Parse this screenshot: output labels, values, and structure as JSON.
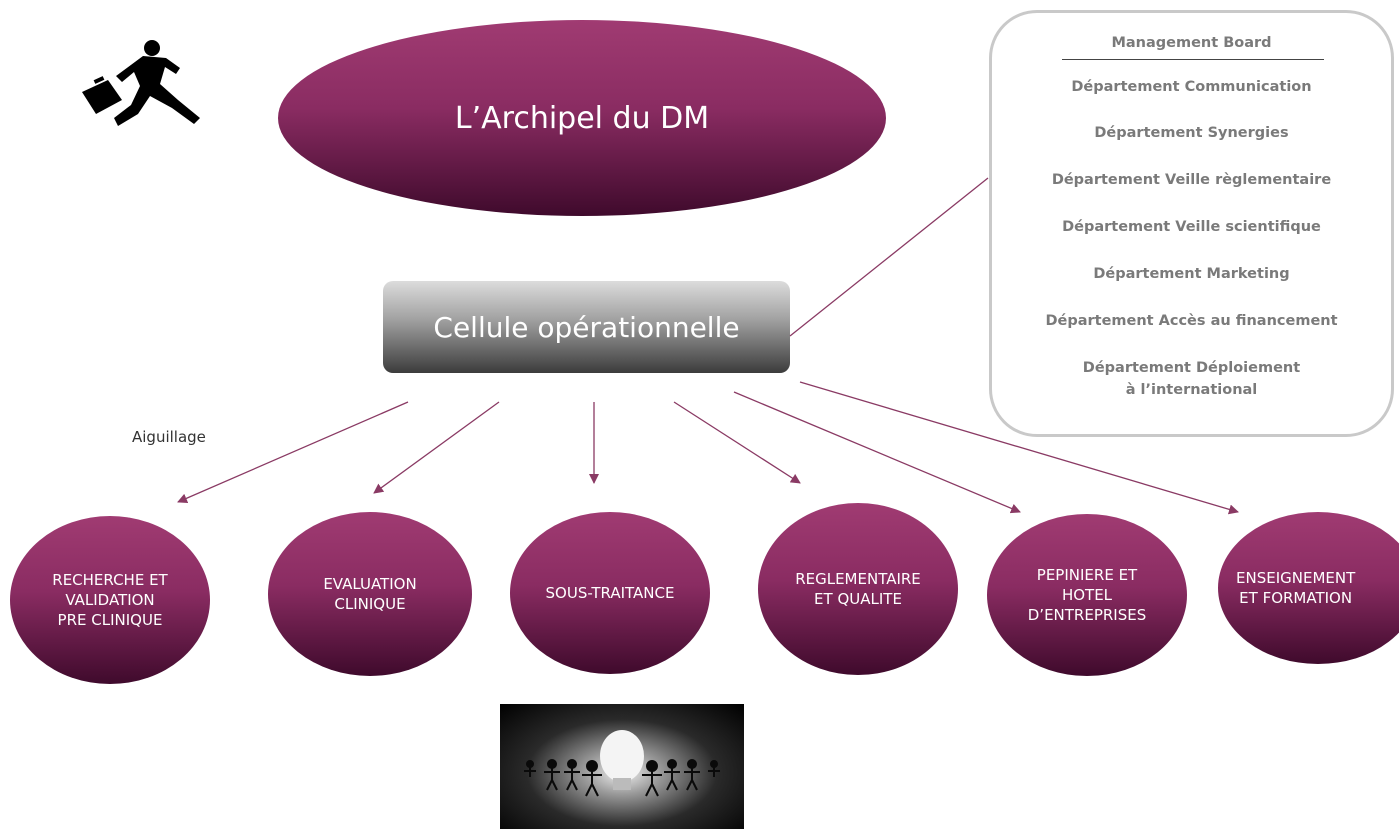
{
  "title": "L’Archipel du DM",
  "cellule": "Cellule opérationnelle",
  "aiguillage": "Aiguillage",
  "board": {
    "heading": "Management Board",
    "items": [
      "Département Communication",
      "Département Synergies",
      "Département Veille règlementaire",
      "Département Veille scientifique",
      "Département Marketing",
      "Département Accès au financement",
      "Département Déploiement\nà l’international"
    ]
  },
  "units": [
    "RECHERCHE ET\nVALIDATION\nPRE CLINIQUE",
    "EVALUATION\nCLINIQUE",
    "SOUS-TRAITANCE",
    "REGLEMENTAIRE\nET QUALITE",
    "PEPINIERE ET\nHOTEL\nD’ENTREPRISES",
    "ENSEIGNEMENT\nET FORMATION"
  ],
  "colors": {
    "accent": "#8a2c62",
    "arrow": "#8a3a64",
    "board_text": "#7a7a7a",
    "board_border": "#c9c9c9"
  },
  "icons": [
    "running-businessman-icon",
    "lightbulb-people-icon"
  ]
}
